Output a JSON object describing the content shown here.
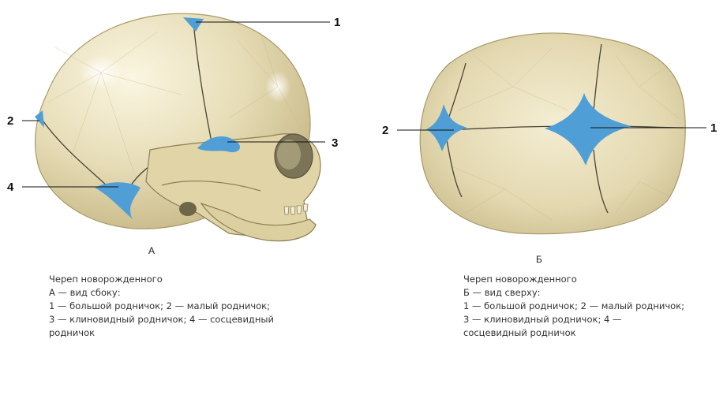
{
  "figures": {
    "a": {
      "letter": "А",
      "callouts": [
        "1",
        "2",
        "3",
        "4"
      ],
      "caption": [
        "Череп новорожденного",
        "А — вид сбоку:",
        "1 — большой родничок; 2 — малый родничок;",
        "3 — клиновидный родничок; 4 — сосцевидный",
        "родничок"
      ]
    },
    "b": {
      "letter": "Б",
      "callouts": [
        "2",
        "1"
      ],
      "caption": [
        "Череп новорожденного",
        "Б — вид сверху:",
        "1 — большой родничок; 2 — малый родничок;",
        "3 — клиновидный родничок; 4 —",
        "сосцевидный родничок"
      ]
    }
  },
  "colors": {
    "bone": "#e6dcb6",
    "bone_shadow": "#cbbd8e",
    "fontanelle": "#4f9fd6",
    "suture": "#4a4434"
  }
}
